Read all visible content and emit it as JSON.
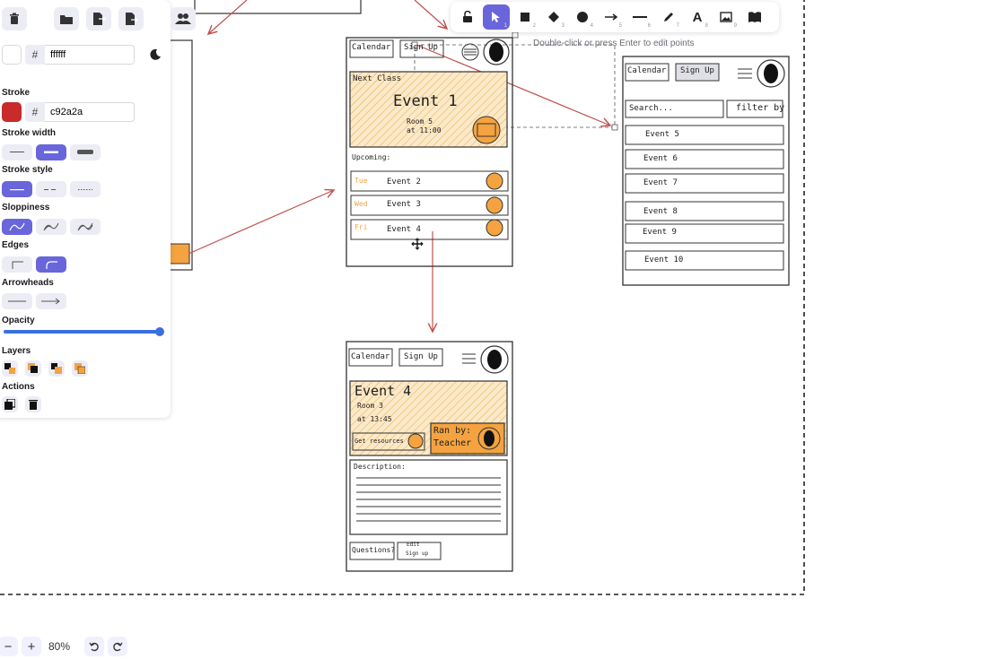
{
  "toolbar": {
    "hint": "Double-click or press Enter to edit points",
    "tools": [
      {
        "name": "lock",
        "num": ""
      },
      {
        "name": "selection",
        "num": "1"
      },
      {
        "name": "rectangle",
        "num": "2"
      },
      {
        "name": "diamond",
        "num": "3"
      },
      {
        "name": "ellipse",
        "num": "4"
      },
      {
        "name": "arrow",
        "num": "5"
      },
      {
        "name": "line",
        "num": "6"
      },
      {
        "name": "draw",
        "num": "7"
      },
      {
        "name": "text",
        "num": "8"
      },
      {
        "name": "image",
        "num": "9"
      },
      {
        "name": "library",
        "num": ""
      }
    ],
    "text_tool_label": "A"
  },
  "panel": {
    "background_hex": "ffffff",
    "stroke_label": "Stroke",
    "stroke_hex": "c92a2a",
    "stroke_width_label": "Stroke width",
    "stroke_style_label": "Stroke style",
    "sloppiness_label": "Sloppiness",
    "edges_label": "Edges",
    "arrowheads_label": "Arrowheads",
    "opacity_label": "Opacity",
    "opacity_value": 100,
    "layers_label": "Layers",
    "actions_label": "Actions",
    "hash": "#"
  },
  "zoom": {
    "level": "80%",
    "minus": "−",
    "plus": "+"
  },
  "colors": {
    "accent": "#6965db",
    "stroke": "#c92a2a",
    "orange": "#f4a340",
    "arrow": "#c0504d"
  },
  "wire_main": {
    "calendar": "Calendar",
    "signup": "Sign Up",
    "next_class": "Next Class",
    "event_title": "Event 1",
    "room": "Room 5",
    "time": "at 11:00",
    "upcoming": "Upcoming:",
    "rows": [
      {
        "day": "Tue",
        "event": "Event 2"
      },
      {
        "day": "Wed",
        "event": "Event 3"
      },
      {
        "day": "Fri",
        "event": "Event 4"
      }
    ]
  },
  "wire_list": {
    "calendar": "Calendar",
    "signup": "Sign Up",
    "search": "Search...",
    "filter": "filter by",
    "events": [
      "Event 5",
      "Event 6",
      "Event 7",
      "Event 8",
      "Event 9",
      "Event 10"
    ]
  },
  "wire_detail": {
    "calendar": "Calendar",
    "signup": "Sign Up",
    "event_title": "Event 4",
    "room": "Room 3",
    "time": "at 13:45",
    "get_resources": "Get resources",
    "ran_by_1": "Ran by:",
    "ran_by_2": "Teacher",
    "description": "Description:",
    "questions": "Questions?",
    "edit_1": "Edit",
    "edit_2": "Sign up"
  }
}
